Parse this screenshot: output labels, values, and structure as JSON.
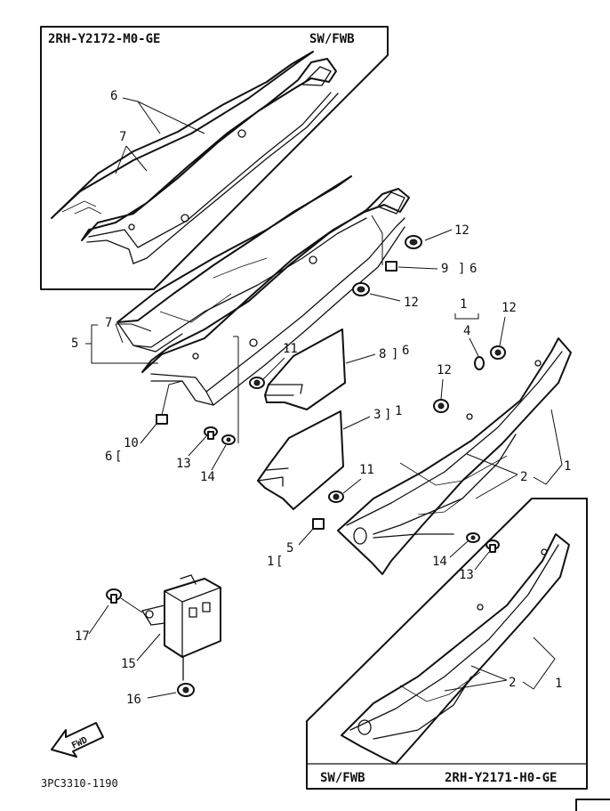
{
  "top_inset": {
    "code": "2RH-Y2172-M0-GE",
    "variant": "SW/FWB",
    "callouts": [
      "6",
      "7"
    ]
  },
  "bottom_inset": {
    "code": "2RH-Y2171-H0-GE",
    "variant": "SW/FWB",
    "callouts": [
      "2",
      "1"
    ]
  },
  "callouts": {
    "c12a": "12",
    "c9": "9",
    "c6a": "6",
    "c12b": "12",
    "c12c": "12",
    "c1top": "1",
    "c4": "4",
    "c12d": "12",
    "c7": "7",
    "c5left": "5",
    "c11a": "11",
    "c8": "8",
    "c6b": "6",
    "c3": "3",
    "c1b": "1",
    "c6c": "6",
    "c10": "10",
    "c13a": "13",
    "c14a": "14",
    "c2": "2",
    "c1c": "1",
    "c11b": "11",
    "c1d": "1",
    "c5": "5",
    "c14b": "14",
    "c13b": "13",
    "c17": "17",
    "c15": "15",
    "c16": "16"
  },
  "fwd_label": "FWD",
  "figure_code": "3PC3310-1190"
}
